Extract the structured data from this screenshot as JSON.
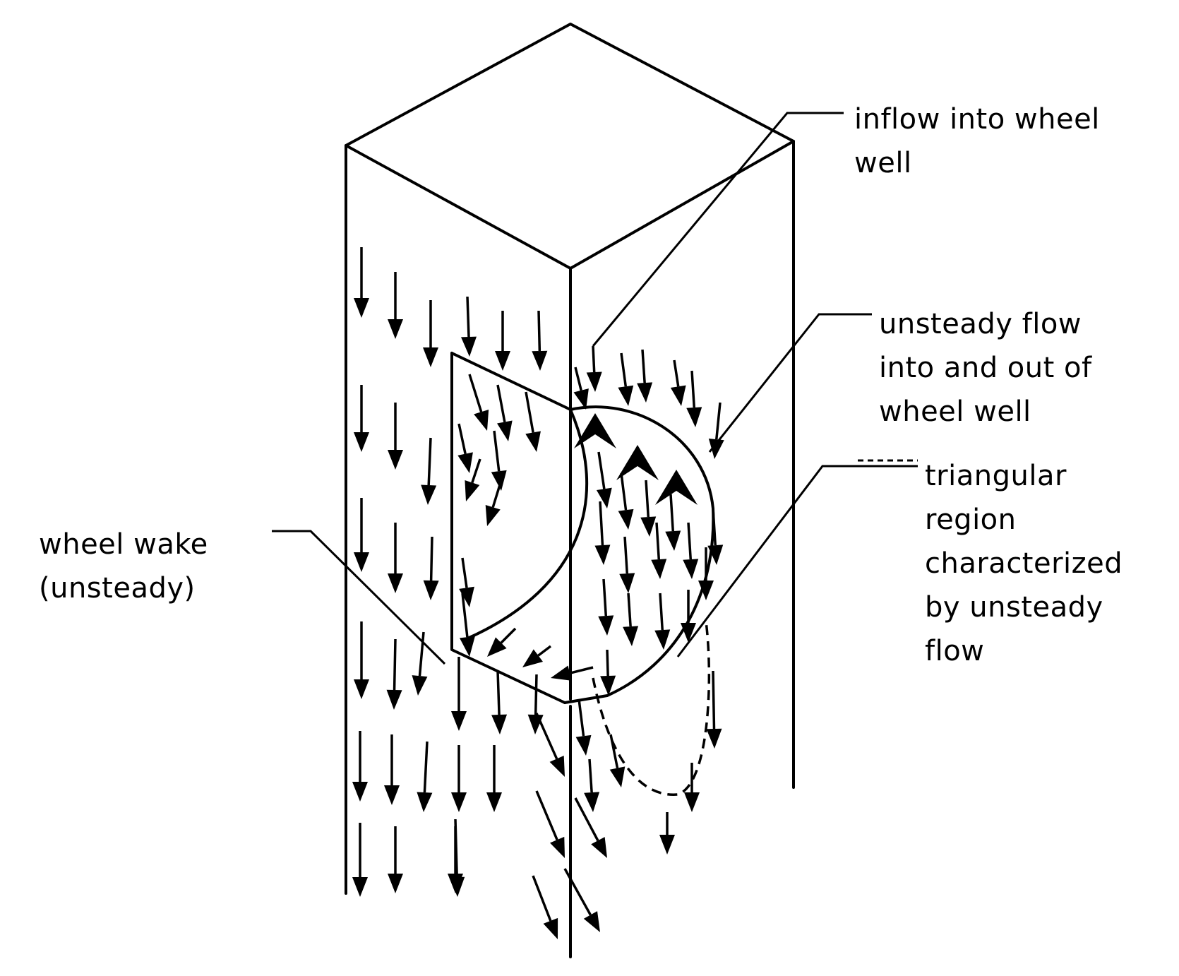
{
  "labels": {
    "inflow": "inflow into wheel\nwell",
    "unsteady_flow": "unsteady flow\ninto and out of\nwheel well",
    "triangular_region": "triangular\nregion\ncharacterized\nby unsteady\nflow",
    "wheel_wake": "wheel wake\n(unsteady)"
  }
}
